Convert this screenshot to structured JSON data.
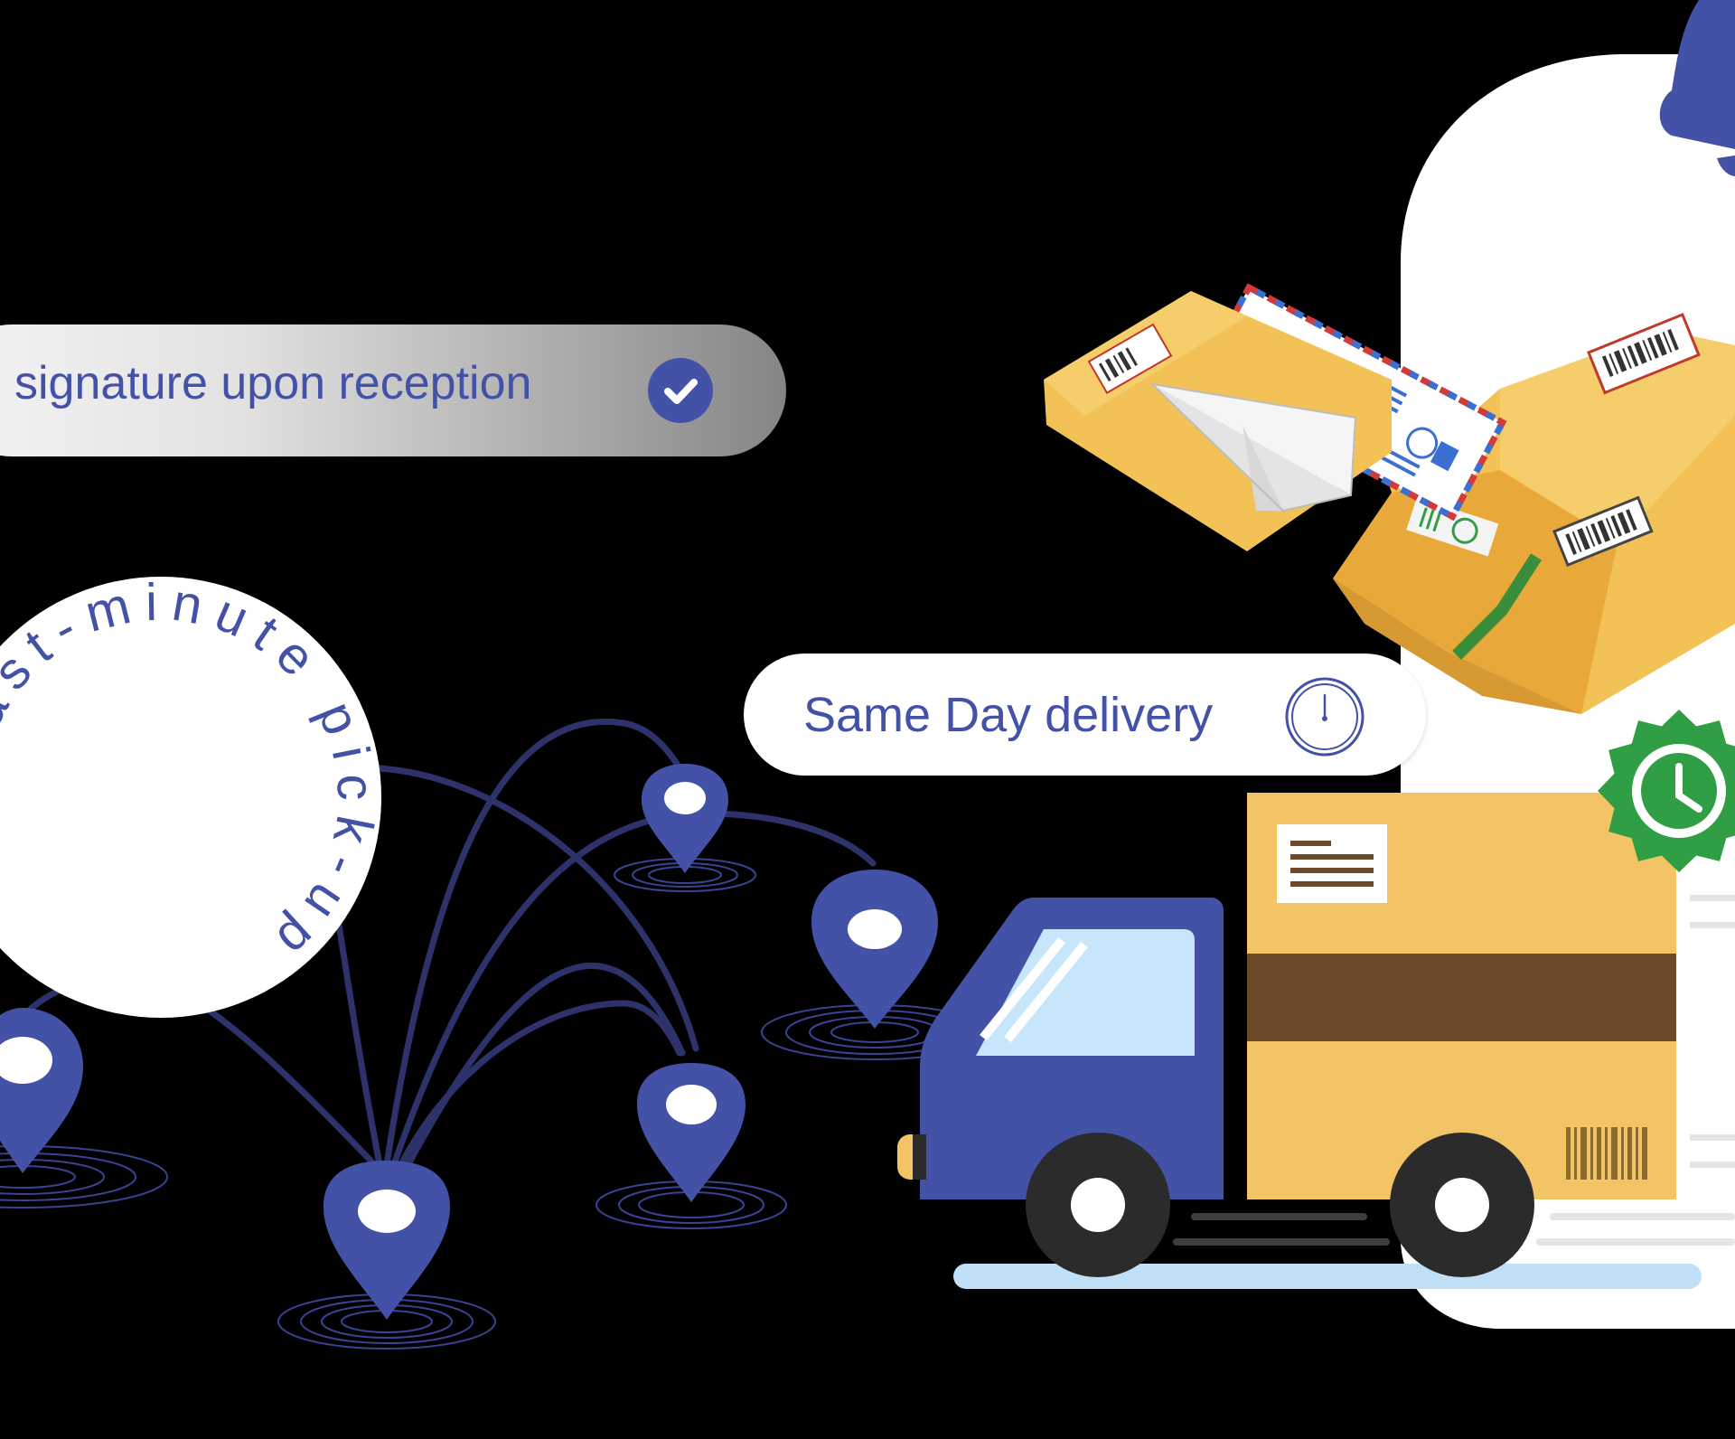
{
  "badges": {
    "signature": {
      "label": "signature upon reception",
      "icon": "check-circle-icon"
    },
    "same_day": {
      "label": "Same Day delivery",
      "icon": "clock-icon"
    }
  },
  "circle_badge": {
    "text": "last-minute pick-up"
  },
  "colors": {
    "accent_blue": "#4352a6",
    "background": "#000000",
    "box_yellow": "#f3c465",
    "box_brown": "#6a4a29",
    "badge_green": "#2f9e44"
  },
  "illustration": {
    "icons": [
      "map-pin-icon",
      "delivery-truck-icon",
      "package-box-icon",
      "envelope-icon",
      "paper-plane-icon",
      "clock-badge-icon"
    ]
  }
}
